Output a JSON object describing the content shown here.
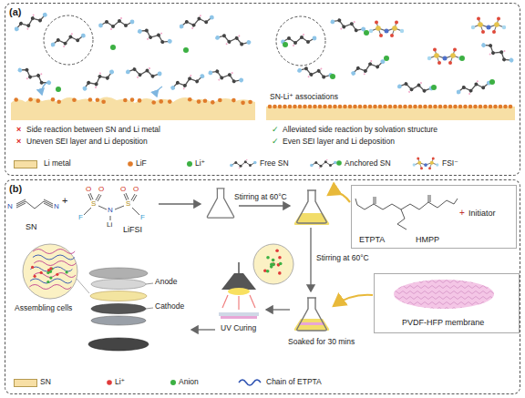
{
  "diagram": {
    "nodes": [
      {
        "text": [
          "(a)"
        ]
      },
      {
        "text": [
          "(b)"
        ]
      },
      {
        "text": [
          "ETPTA",
          "+",
          "Initiator",
          "HMPP"
        ],
        "in": 1
      },
      {
        "text": [
          "PVDF-HFP membrane"
        ],
        "in": 1
      }
    ],
    "labels": [
      "×",
      "Side reaction between SN and Li metal",
      "×",
      "Uneven SEI layer and Li deposition",
      "✓",
      "Alleviated side reaction by solvation structure",
      "✓",
      "Even SEI layer and Li deposition",
      "SN-Li⁺ associations",
      "N",
      "N",
      "+",
      "SN",
      "LiFSI",
      "F",
      "S",
      "O",
      "O",
      "N",
      "Li",
      "S",
      "O",
      "O",
      "F",
      "Stirring at 60°C",
      "Stirring at 60°C",
      "Soaked for 30 mins",
      "UV Curing",
      "Anode",
      "Cathode",
      "Assembling cells"
    ],
    "legend": [
      {
        "text": "Li metal",
        "color": "#f7dfa5"
      },
      {
        "text": "LiF"
      },
      {
        "text": "Li⁺"
      },
      {
        "text": "Free SN"
      },
      {
        "text": "Anchored SN"
      },
      {
        "text": "FSI⁻"
      },
      {
        "text": "SN",
        "color": "#f7dfa5"
      },
      {
        "text": "Li⁺"
      },
      {
        "text": "Anion"
      },
      {
        "text": "Chain of ETPTA"
      }
    ]
  }
}
